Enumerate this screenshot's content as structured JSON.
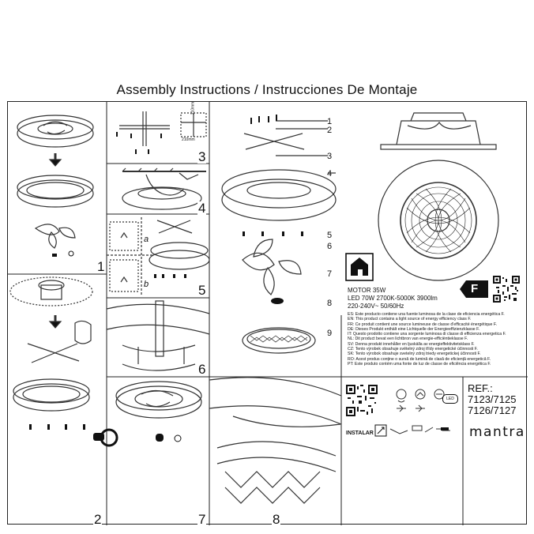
{
  "page": {
    "title": "Assembly Instructions / Instrucciones De Montaje"
  },
  "steps": {
    "s1": "1",
    "s2": "2",
    "s3": "3",
    "s4": "4",
    "s5": "5",
    "s6": "6",
    "s7": "7",
    "s8": "8",
    "sub_a": "a",
    "sub_b": "b"
  },
  "parts": {
    "p1": "1",
    "p2": "2",
    "p3": "3",
    "p4": "4",
    "p5": "5",
    "p6": "6",
    "p7": "7",
    "p8": "8",
    "p9": "9"
  },
  "dimensions": {
    "d1": "210mm",
    "d2": "210mm"
  },
  "specs": {
    "motor": "MOTOR 35W",
    "led": "LED 70W 2700K-5000K 3900lm",
    "voltage": "220-240V~ 50/60Hz",
    "energy_class": "F"
  },
  "energy_lines": [
    "ES: Este producto contiene una fuente luminosa de la clase de eficiencia energética F.",
    "EN: This product contains a light source of energy efficiency class F.",
    "FR: Ce produit contient une source lumineuse de classe d'efficacité énergétique F.",
    "DE: Dieses Produkt enthält eine Lichtquelle der Energieeffizienzklasse F.",
    "IT: Questo prodotto contiene una sorgente luminosa di classe di efficienza energetica F.",
    "NL: Dit product bevat een lichtbron van energie-efficiëntieklasse F.",
    "SV: Denna produkt innehåller en ljuskälla av energieffektivitetsklass F.",
    "CZ: Tento výrobek obsahuje světelný zdroj třídy energetické účinnosti F.",
    "SK: Tento výrobok obsahuje svetelný zdroj triedy energetickej účinnosti F.",
    "RO: Acest produs conține o sursă de lumină de clasă de eficiență energetică F.",
    "PT: Este produto contém uma fonte de luz de classe de eficiência energética F."
  ],
  "install": {
    "label": "INSTALAR"
  },
  "icons": {
    "led_badge": "LED"
  },
  "reference": {
    "label": "REF.:",
    "codes_1": "7123/7125",
    "codes_2": "7126/7127"
  },
  "brand": {
    "name": "mantra"
  }
}
